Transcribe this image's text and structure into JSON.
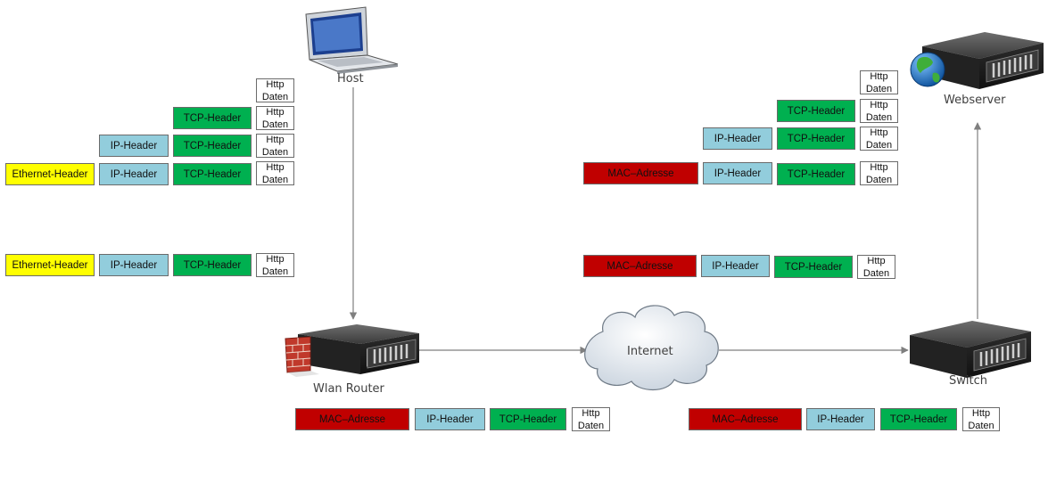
{
  "nodes": {
    "host": "Host",
    "router": "Wlan Router",
    "internet": "Internet",
    "switch": "Switch",
    "webserver": "Webserver"
  },
  "labels": {
    "ethernet": "Ethernet-Header",
    "ip": "IP-Header",
    "tcp": "TCP-Header",
    "mac": "MAC–Adresse",
    "http_line1": "Http",
    "http_line2": "Daten"
  },
  "colors": {
    "ethernet": "#ffff00",
    "ip": "#92cddc",
    "tcp": "#00b050",
    "mac": "#c00000",
    "connector": "#7f7f7f"
  }
}
